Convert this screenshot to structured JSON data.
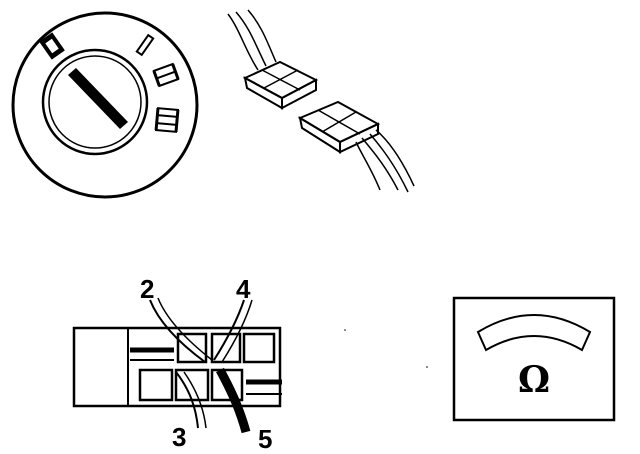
{
  "ignition_switch": {
    "positions": [
      "0",
      "I",
      "II",
      "III"
    ]
  },
  "connector": {
    "wire_labels": {
      "top_left": "2",
      "top_right": "4",
      "bottom_left": "3",
      "bottom_right": "5"
    }
  },
  "ohmmeter": {
    "unit_symbol": "Ω"
  },
  "colors": {
    "ink": "#000000",
    "background": "#ffffff"
  }
}
